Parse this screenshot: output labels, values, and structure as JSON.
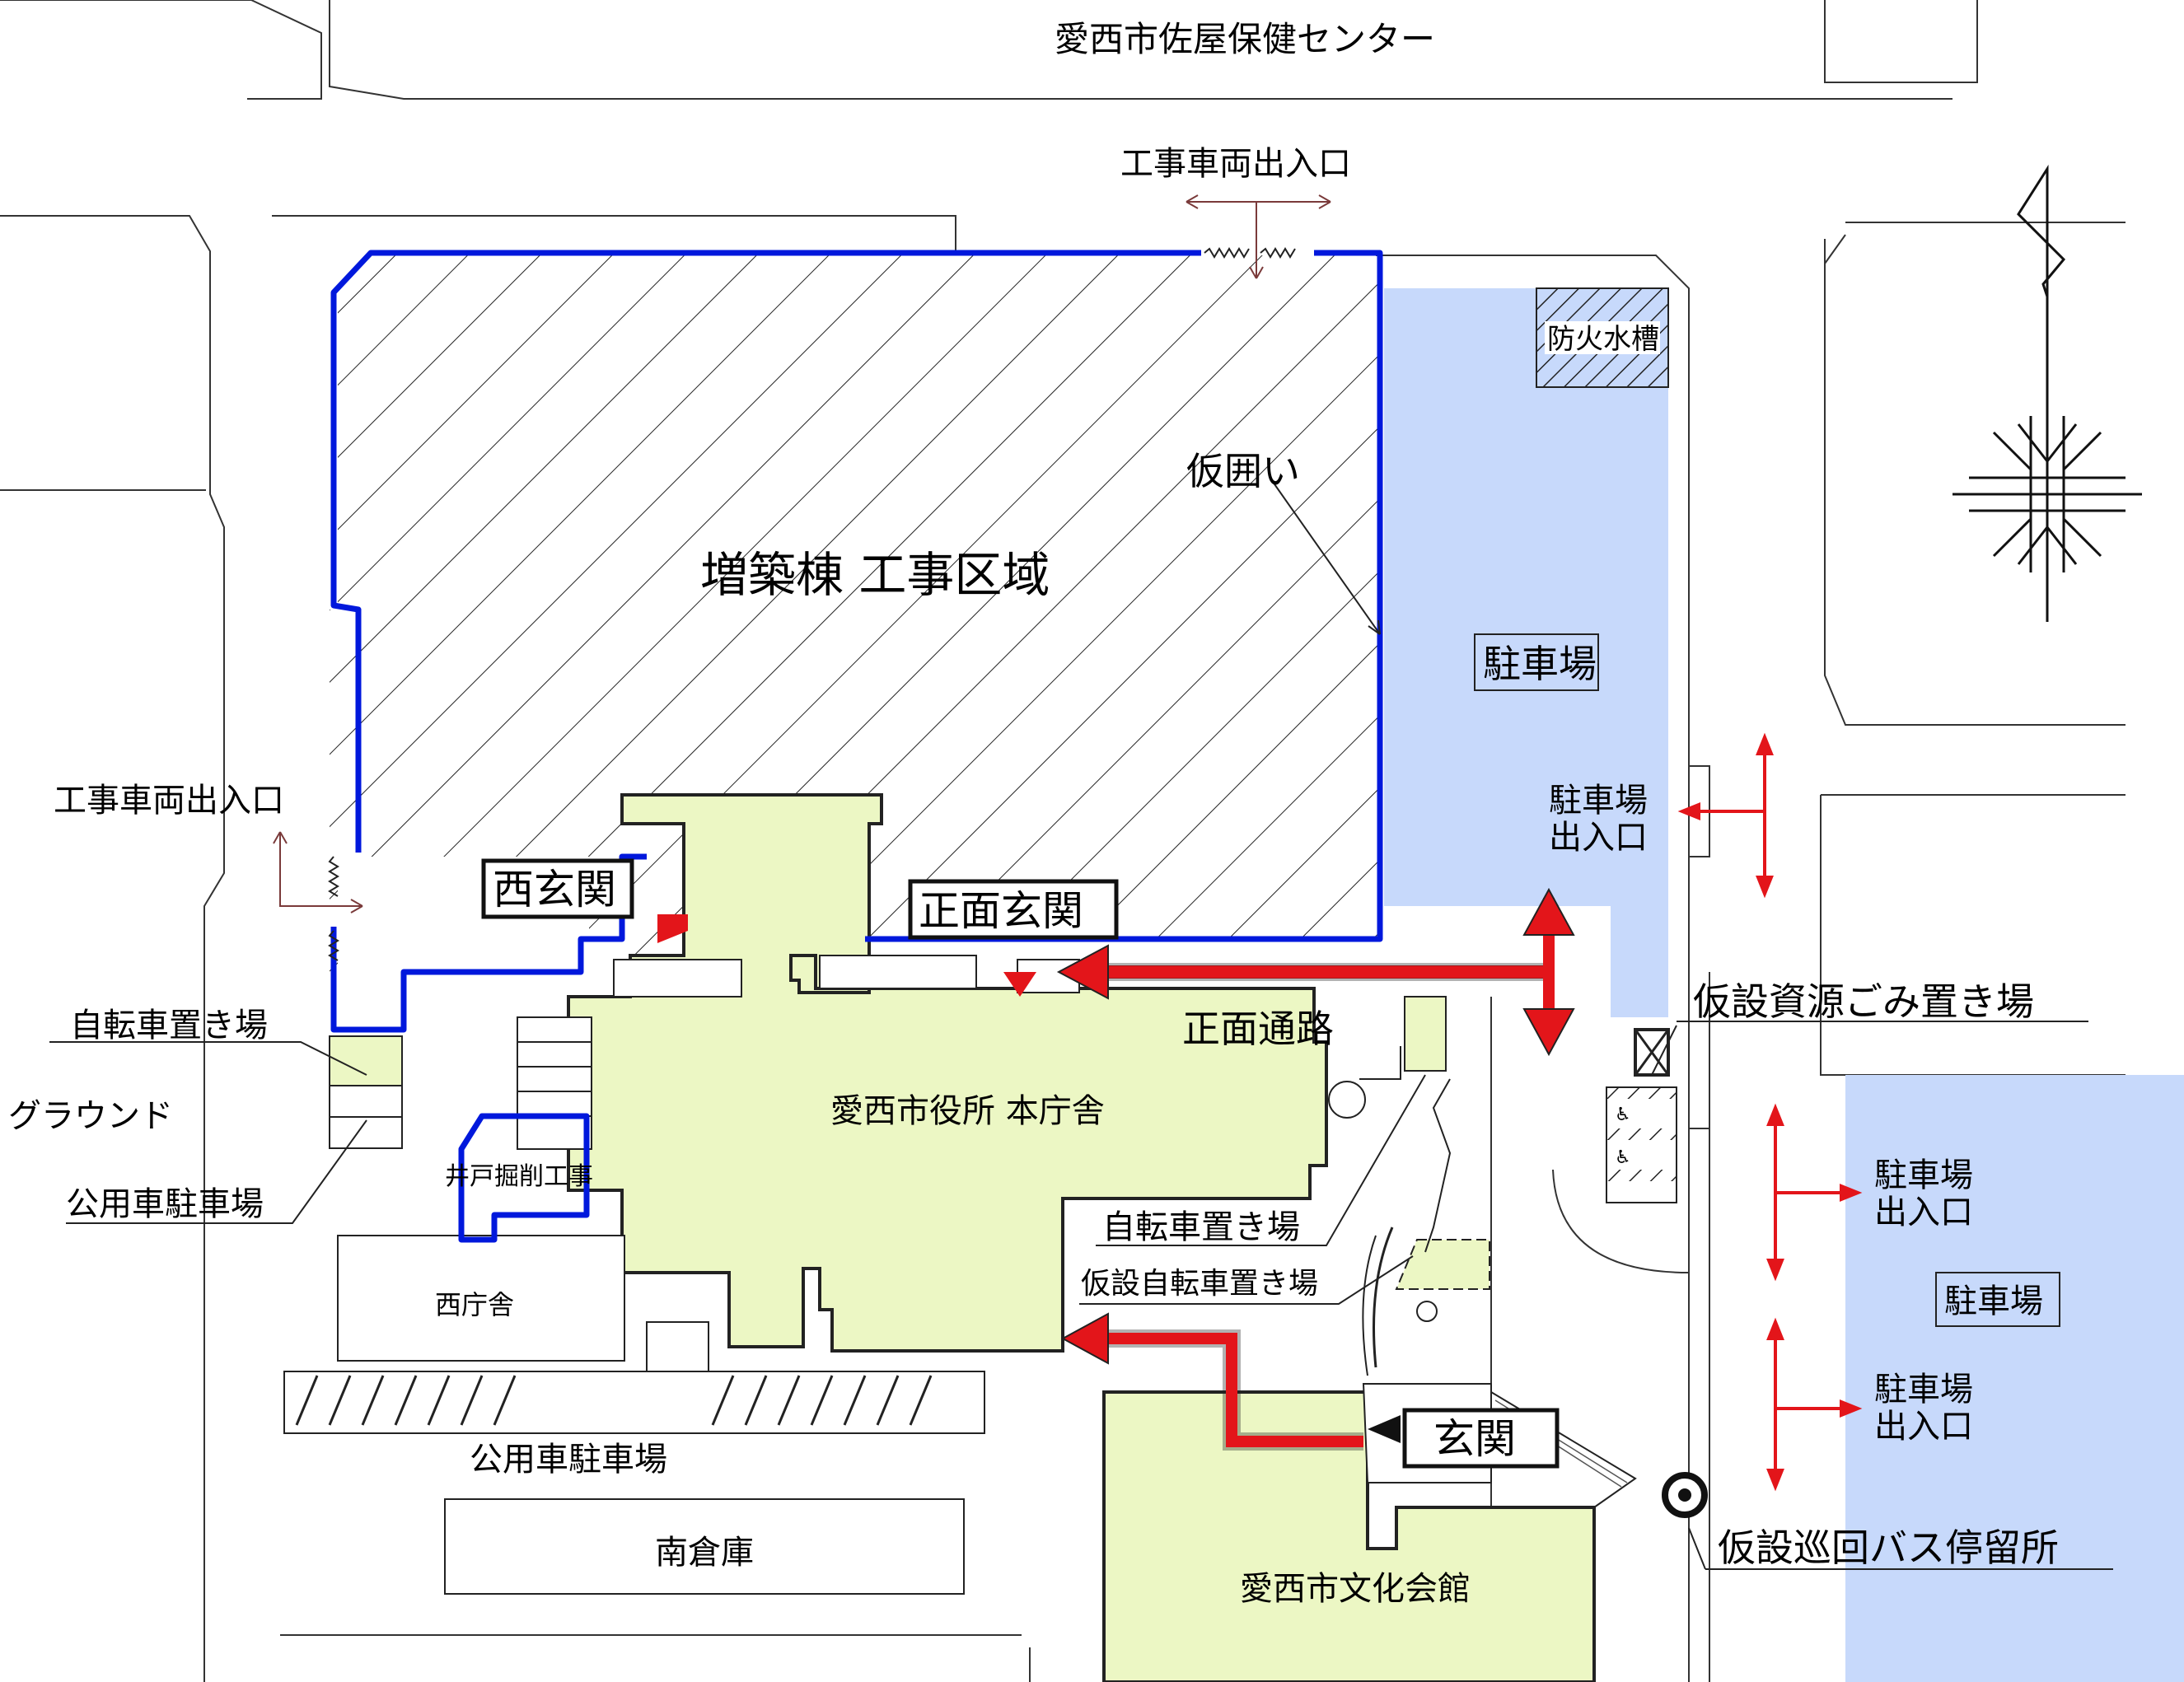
{
  "labels": {
    "health_center": "愛西市佐屋保健センター",
    "construction_entrance_top": "工事車両出入口",
    "construction_entrance_left": "工事車両出入口",
    "fire_tank": "防火水槽",
    "temp_fence": "仮囲い",
    "annex_area": "増築棟 工事区域",
    "parking_east": "駐車場",
    "parking_entrance_top_1": "駐車場",
    "parking_entrance_top_2": "出入口",
    "west_entrance": "西玄関",
    "front_entrance": "正面玄関",
    "front_path": "正面通路",
    "recycle_area": "仮設資源ごみ置き場",
    "bike_parking_left": "自転車置き場",
    "ground": "グラウンド",
    "official_parking_left": "公用車駐車場",
    "city_hall": "愛西市役所 本庁舎",
    "well_work": "井戸掘削工事",
    "west_building": "西庁舎",
    "bike_parking_mid": "自転車置き場",
    "temp_bike_parking": "仮設自転車置き場",
    "parking_entrance_mid_1": "駐車場",
    "parking_entrance_mid_2": "出入口",
    "parking_se": "駐車場",
    "parking_entrance_low_1": "駐車場",
    "parking_entrance_low_2": "出入口",
    "entrance": "玄関",
    "official_parking_bottom": "公用車駐車場",
    "south_warehouse": "南倉庫",
    "bus_stop": "仮設巡回バス停留所",
    "culture_hall": "愛西市文化会館"
  },
  "colors": {
    "fence_blue": "#0018dc",
    "building_fill": "#ecf7c4",
    "parking_fill": "#c7d9fb",
    "route_red": "#e3151a",
    "hatch": "#222222"
  },
  "icons": {
    "north_arrow": "north-arrow-icon",
    "compass": "compass-rose-icon",
    "bus_stop": "bus-stop-icon"
  }
}
